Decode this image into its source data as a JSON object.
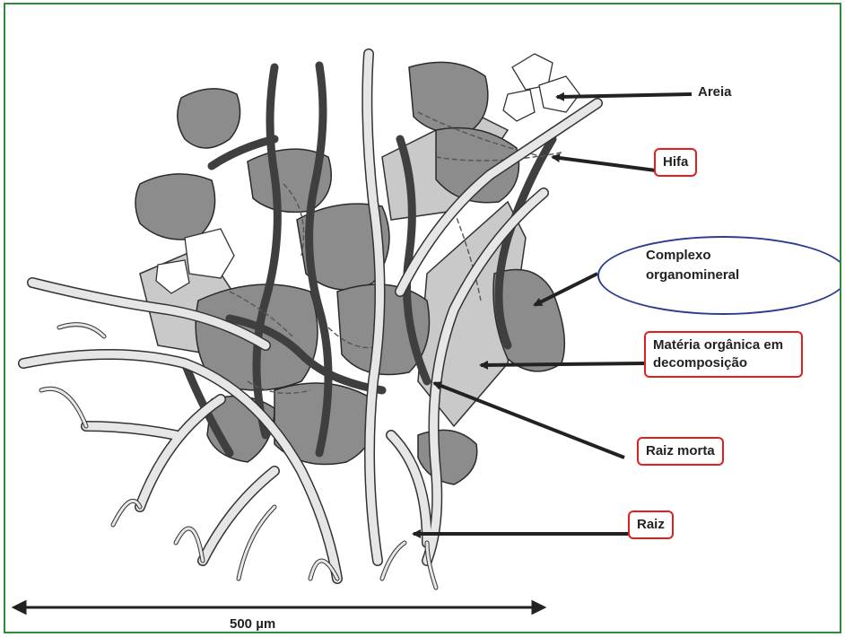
{
  "labels": {
    "areia": "Areia",
    "hifa": "Hifa",
    "complexo_line1": "Complexo",
    "complexo_line2": "organomineral",
    "materia_line1": "Matéria orgânica em",
    "materia_line2": "decomposição",
    "raiz_morta": "Raiz morta",
    "raiz": "Raiz"
  },
  "scale_bar": {
    "label": "500 µm"
  },
  "colors": {
    "frame": "#2e8b3a",
    "highlight_box": "#e02020",
    "highlight_oval": "#2c3d8f",
    "aggregate": "#8c8c8c",
    "aggregate_light": "#bdbdbd",
    "dead_root": "#4a4a4a",
    "root": "#e6e6e6"
  }
}
